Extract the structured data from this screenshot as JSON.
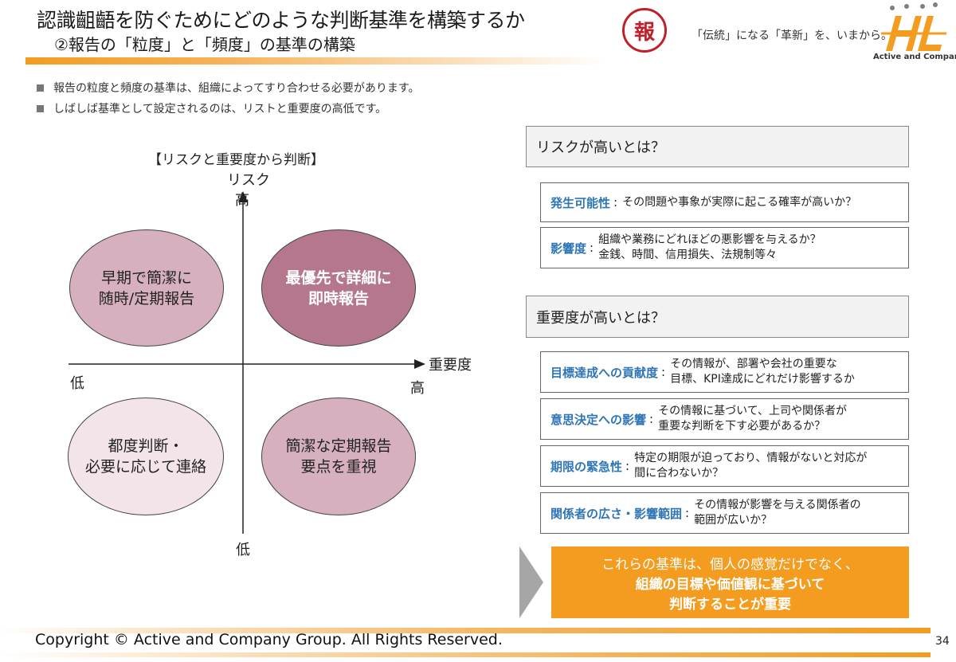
{
  "header": {
    "title": "認識齟齬を防ぐためにどのような判断基準を構築するか",
    "subtitle": "②報告の「粒度」と「頻度」の基準の構築",
    "badge": "報",
    "slogan": "「伝統」になる「革新」を、いまから。",
    "logo_text": "Active and Company",
    "colors": {
      "accent": "#f39c1f",
      "badge": "#c0202a",
      "term": "#2e75b6"
    }
  },
  "bullets": [
    "報告の粒度と頻度の基準は、組織によってすり合わせる必要があります。",
    "しばしば基準として設定されるのは、リストと重要度の高低です。"
  ],
  "matrix": {
    "title": "【リスクと重要度から判断】",
    "y_axis": {
      "name": "リスク",
      "high": "高",
      "low": "低"
    },
    "x_axis": {
      "name": "重要度",
      "high": "高",
      "low": "低"
    },
    "quadrants": {
      "top_left": {
        "line1": "早期で簡潔に",
        "line2": "随時/定期報告",
        "color": "#d6b0bf"
      },
      "top_right": {
        "line1": "最優先で詳細に",
        "line2": "即時報告",
        "color": "#b5778e"
      },
      "bottom_left": {
        "line1": "都度判断・",
        "line2": "必要に応じて連絡",
        "color": "#f3e4ea"
      },
      "bottom_right": {
        "line1": "簡潔な定期報告",
        "line2": "要点を重視",
        "color": "#d6b0bf"
      }
    }
  },
  "risk": {
    "heading": "リスクが高いとは？",
    "items": [
      {
        "term": "発生可能性",
        "lines": [
          "その問題や事象が実際に起こる確率が高いか？"
        ]
      },
      {
        "term": "影響度",
        "lines": [
          "組織や業務にどれほどの悪影響を与えるか？",
          "金銭、時間、信用損失、法規制等々"
        ]
      }
    ]
  },
  "importance": {
    "heading": "重要度が高いとは？",
    "items": [
      {
        "term": "目標達成への貢献度",
        "lines": [
          "その情報が、部署や会社の重要な",
          "目標、KPI達成にどれだけ影響するか"
        ]
      },
      {
        "term": "意思決定への影響",
        "lines": [
          "その情報に基づいて、上司や関係者が",
          "重要な判断を下す必要があるか？"
        ]
      },
      {
        "term": "期限の緊急性",
        "lines": [
          "特定の期限が迫っており、情報がないと対応が",
          "間に合わないか？"
        ]
      },
      {
        "term": "関係者の広さ・影響範囲",
        "lines": [
          "その情報が影響を与える関係者の",
          "範囲が広いか？"
        ]
      }
    ]
  },
  "conclusion": {
    "line1": "これらの基準は、個人の感覚だけでなく、",
    "line2": "組織の目標や価値観に基づいて",
    "line3": "判断することが重要"
  },
  "footer": {
    "copyright": "Copyright © Active and Company Group. All Rights Reserved.",
    "page": "34"
  }
}
